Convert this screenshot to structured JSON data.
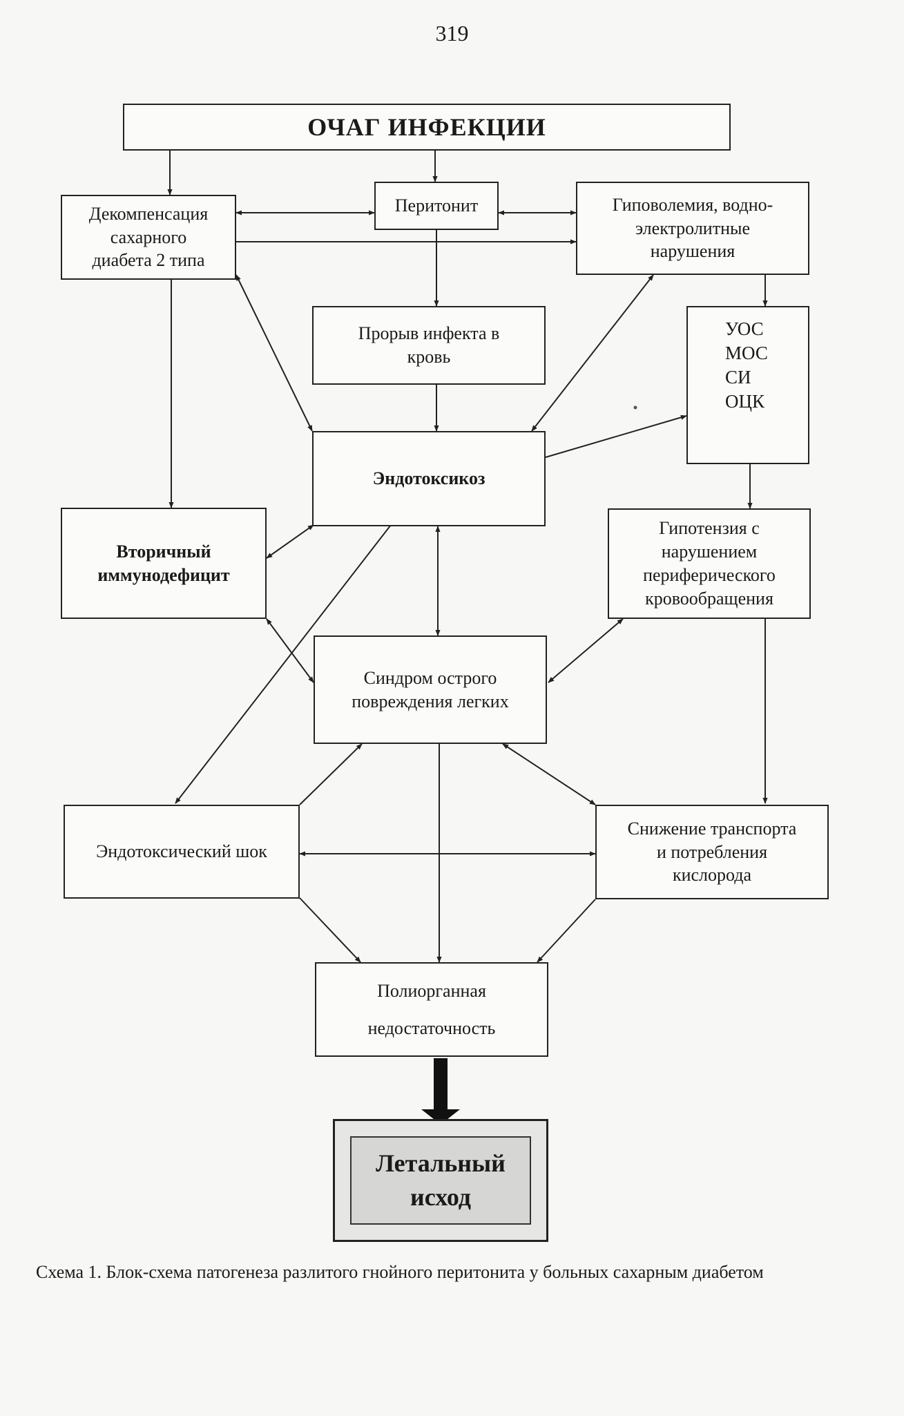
{
  "page_number": "319",
  "nodes": {
    "focus": "ОЧАГ ИНФЕКЦИИ",
    "decomp": "Декомпенсация\nсахарного\nдиабета 2 типа",
    "peritonitis": "Перитонит",
    "hypovolemia": "Гиповолемия, водно-\nэлектролитные\nнарушения",
    "breakthrough": "Прорыв инфекта в\nкровь",
    "params": [
      "УОС",
      "МОС",
      "СИ",
      "ОЦК"
    ],
    "endotox": "Эндотоксикоз",
    "immuno": "Вторичный\nиммунодефицит",
    "hypotension": "Гипотензия с\nнарушением\nпериферического\nкровообращения",
    "lung": "Синдром острого\nповреждения легких",
    "shock": "Эндотоксический шок",
    "oxygen": "Снижение транспорта\nи потребления\nкислорода",
    "mof": "Полиорганная\n\nнедостаточность",
    "death": "Летальный\nисход"
  },
  "caption": "Схема 1. Блок-схема патогенеза разлитого гнойного перитонита у больных сахарным диабетом"
}
